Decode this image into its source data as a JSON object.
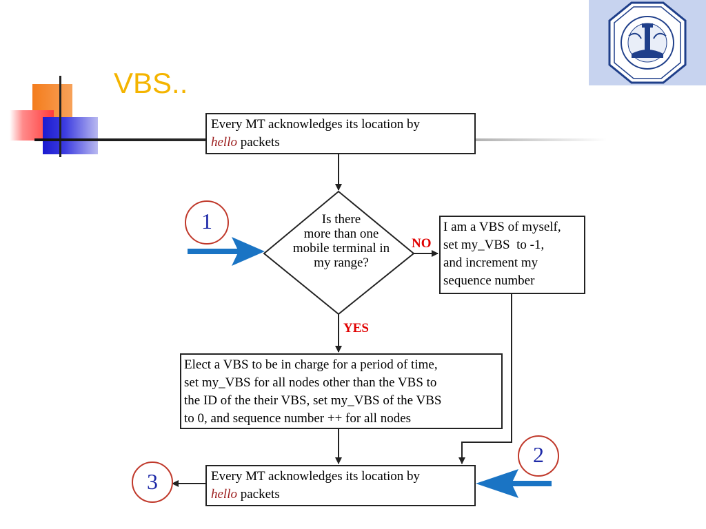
{
  "slide": {
    "title": "VBS.."
  },
  "flowchart": {
    "start_box": {
      "line1": "Every MT acknowledges its location by",
      "italic": "hello",
      "rest": " packets"
    },
    "decision": {
      "lines": [
        "Is there",
        "more than one",
        "mobile terminal in",
        "my range?"
      ]
    },
    "no_label": "NO",
    "yes_label": "YES",
    "no_box": {
      "lines": [
        "I am a VBS of myself,",
        "set my_VBS  to -1,",
        "and increment my",
        "sequence number"
      ]
    },
    "elect_box": {
      "lines": [
        "Elect a VBS to be in charge for a period of time,",
        "set my_VBS for all nodes other than the VBS to",
        "the ID of the their VBS, set my_VBS of the VBS",
        "to 0, and sequence number ++ for all nodes"
      ]
    },
    "end_box": {
      "line1": "Every MT acknowledges its location by",
      "italic": "hello",
      "rest": " packets"
    },
    "markers": {
      "one": "1",
      "two": "2",
      "three": "3"
    }
  },
  "colors": {
    "title": "#f4b400",
    "label_red": "#e00000",
    "arrow_blue": "#1a74c4",
    "marker_circle": "#c0392b",
    "marker_text": "#1e2aa8",
    "italic_red": "#9b1b1b"
  },
  "icons": {
    "logo": "university-seal-icon"
  }
}
